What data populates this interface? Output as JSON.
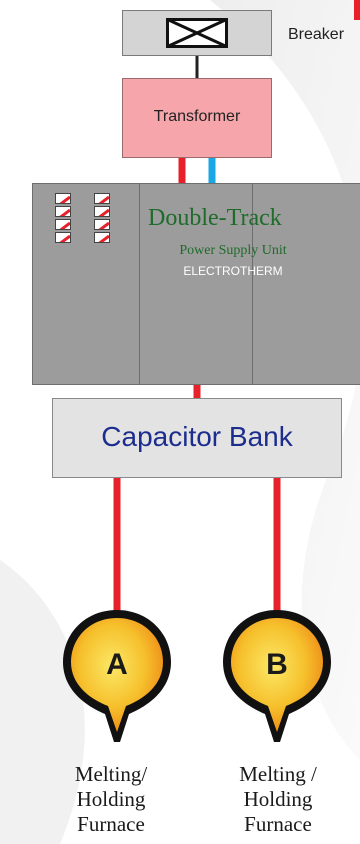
{
  "breaker": {
    "label": "Breaker"
  },
  "transformer": {
    "label": "Transformer"
  },
  "power_unit": {
    "title": "Double-Track",
    "subtitle": "Power Supply Unit",
    "brand": "ELECTROTHERM"
  },
  "capacitor": {
    "label": "Capacitor Bank"
  },
  "furnaces": [
    {
      "letter": "A",
      "label_lines": [
        "Melting/",
        "Holding",
        "Furnace"
      ]
    },
    {
      "letter": "B",
      "label_lines": [
        "Melting /",
        "Holding",
        "Furnace"
      ]
    }
  ],
  "icons": [
    "breaker-icon",
    "switch-icon",
    "furnace-icon"
  ],
  "colors": {
    "feed_line": "#e8202a",
    "neutral_line": "#1aa7e6",
    "transformer_fill": "#f6a5aa",
    "unit_fill": "#9c9c9c",
    "capacitor_text": "#1d2d8e",
    "unit_title": "#1e6b2a",
    "furnace_outer": "#f2a11a",
    "furnace_inner": "#f9de4c"
  }
}
